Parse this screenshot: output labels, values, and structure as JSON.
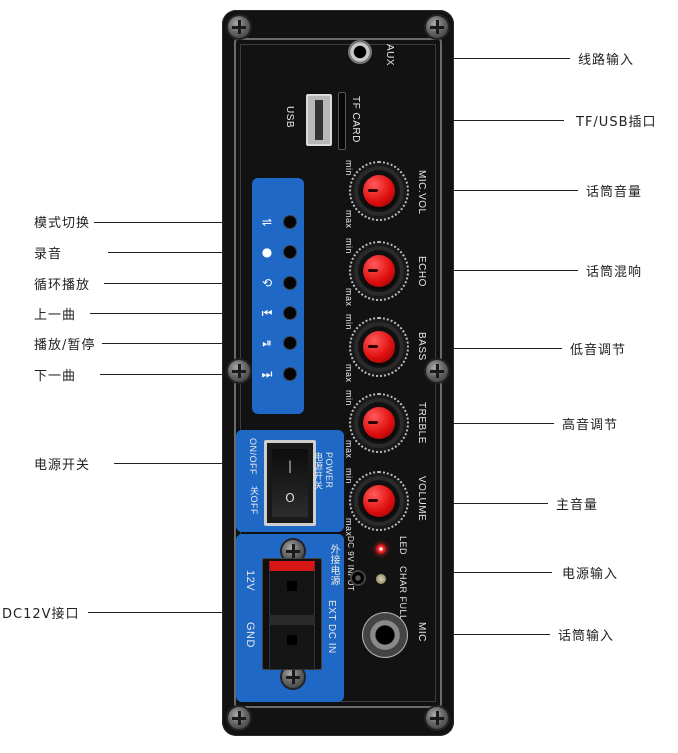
{
  "left_labels": [
    {
      "id": "mode",
      "text": "模式切换"
    },
    {
      "id": "record",
      "text": "录音"
    },
    {
      "id": "loop",
      "text": "循环播放"
    },
    {
      "id": "prev",
      "text": "上一曲"
    },
    {
      "id": "playpause",
      "text": "播放/暂停"
    },
    {
      "id": "next",
      "text": "下一曲"
    },
    {
      "id": "power",
      "text": "电源开关"
    },
    {
      "id": "dc12v",
      "text": "DC12V接口"
    }
  ],
  "right_labels": [
    {
      "id": "line_in",
      "text": "线路输入"
    },
    {
      "id": "tf_usb",
      "text": "TF/USB插口"
    },
    {
      "id": "mic_vol",
      "text": "话筒音量"
    },
    {
      "id": "echo",
      "text": "话筒混响"
    },
    {
      "id": "bass",
      "text": "低音调节"
    },
    {
      "id": "treble",
      "text": "高音调节"
    },
    {
      "id": "volume",
      "text": "主音量"
    },
    {
      "id": "power_in",
      "text": "电源输入"
    },
    {
      "id": "mic_in",
      "text": "话筒输入"
    }
  ],
  "panel": {
    "aux": "AUX",
    "usb": "USB",
    "tf_card": "TF CARD",
    "knobs": [
      {
        "name": "MIC.VOL",
        "min": "min",
        "max": "max"
      },
      {
        "name": "ECHO",
        "min": "min",
        "max": "max"
      },
      {
        "name": "BASS",
        "min": "min",
        "max": "max"
      },
      {
        "name": "TREBLE",
        "min": "min",
        "max": "max"
      },
      {
        "name": "VOLUME",
        "min": "min",
        "max": "max"
      }
    ],
    "buttons": [
      {
        "icon": "⇌",
        "name": "mode-switch-icon"
      },
      {
        "icon": "●",
        "name": "record-icon"
      },
      {
        "icon": "⟲",
        "name": "loop-icon"
      },
      {
        "icon": "⏮",
        "name": "previous-icon"
      },
      {
        "icon": "⏯",
        "name": "play-pause-icon"
      },
      {
        "icon": "⏭",
        "name": "next-icon"
      }
    ],
    "power_switch": {
      "label": "POWER",
      "label_cn": "电源开关",
      "on_off": "ON/OFF",
      "on_off_cn": "关OFF",
      "on_mark": "|",
      "off_mark": "O"
    },
    "dc": {
      "cn": "外接电源",
      "en": "EXT DC IN",
      "v12": "12V",
      "gnd": "GND"
    },
    "led": "LED",
    "char_full": "CHAR FULL",
    "dc_input": "DC 9V INPUT",
    "mic": "MIC"
  },
  "colors": {
    "panel_bg": "#121212",
    "knob_red": "#e01010",
    "button_box_blue": "#1f68c6",
    "led_red": "#ff2a2a"
  }
}
